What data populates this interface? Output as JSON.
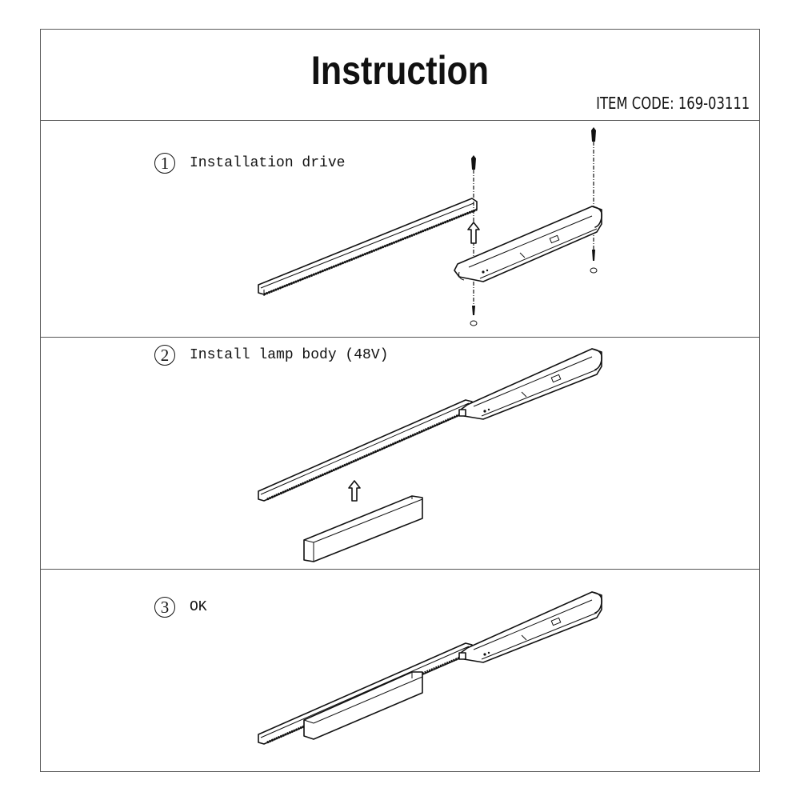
{
  "header": {
    "title": "Instruction",
    "item_code": "ITEM CODE: 169-03111"
  },
  "steps": [
    {
      "number": "1",
      "label": "Installation drive",
      "icon": "track-and-driver-with-screws-icon"
    },
    {
      "number": "2",
      "label": "Install lamp body (48V)",
      "icon": "lamp-body-insertion-icon"
    },
    {
      "number": "3",
      "label": "OK",
      "icon": "assembled-track-light-icon"
    }
  ],
  "colors": {
    "line": "#111111",
    "border": "#5a5a5a",
    "background": "#ffffff"
  }
}
